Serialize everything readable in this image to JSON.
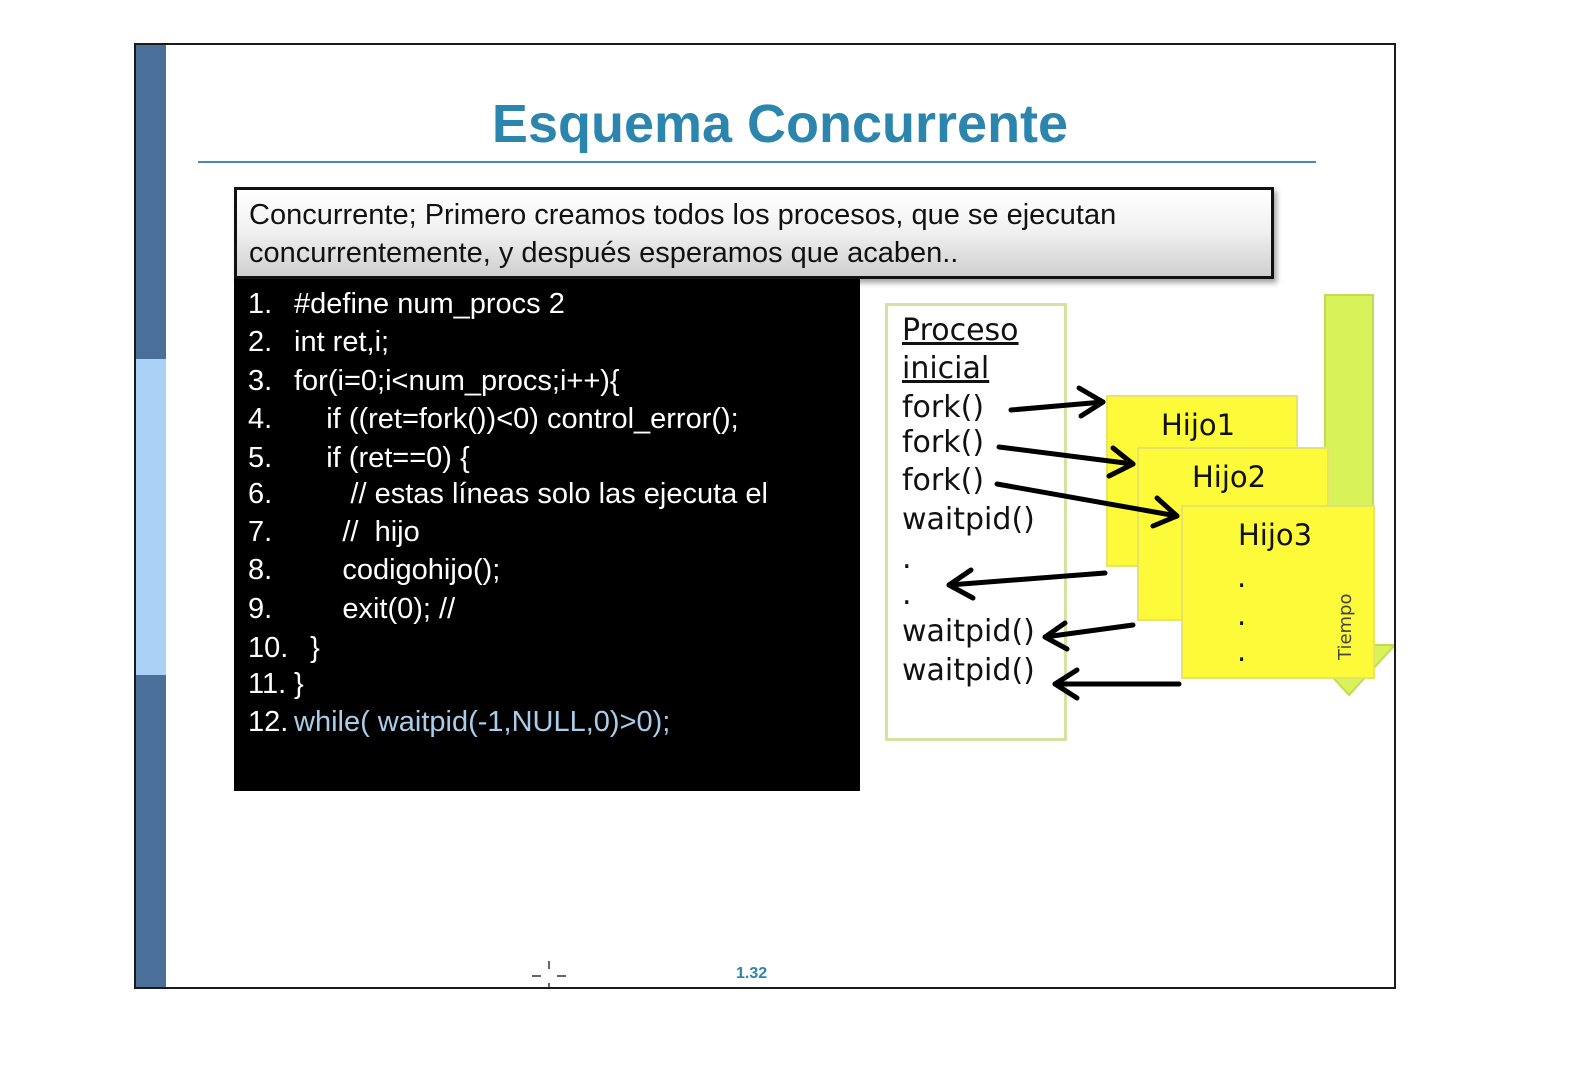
{
  "slide": {
    "title": "Esquema Concurrente",
    "intro_line_1": "Concurrente; Primero creamos todos los procesos, que se ejecutan",
    "intro_line_2": "concurrentemente, y después esperamos que acaben..",
    "page_number": "1.32"
  },
  "code": [
    {
      "num": "1.",
      "text": "#define num_procs 2"
    },
    {
      "num": "2.",
      "text": "int ret,i;"
    },
    {
      "num": "3.",
      "text": "for(i=0;i<num_procs;i++){"
    },
    {
      "num": "4.",
      "text": "    if ((ret=fork())<0) control_error();"
    },
    {
      "num": "5.",
      "text": "    if (ret==0) {"
    },
    {
      "num": "6.",
      "text": "       // estas líneas solo las ejecuta el"
    },
    {
      "num": "7.",
      "text": "      //  hijo"
    },
    {
      "num": "8.",
      "text": "      codigohijo();"
    },
    {
      "num": "9.",
      "text": "      exit(0); //"
    },
    {
      "num": "10.",
      "text": "  }"
    },
    {
      "num": "11.",
      "text": "}"
    },
    {
      "num": "12.",
      "text": "while( waitpid(-1,NULL,0)>0);"
    }
  ],
  "diagram": {
    "process_title_1": "Proceso",
    "process_title_2": "inicial",
    "steps": [
      "fork()",
      "fork()",
      "fork()",
      "waitpid()",
      ".",
      ".",
      "waitpid()",
      "waitpid()"
    ],
    "children": [
      "Hijo1",
      "Hijo2",
      "Hijo3"
    ],
    "child3_dots": [
      ".",
      ".",
      "."
    ],
    "time_label": "Tiempo"
  },
  "colors": {
    "title": "#2b85ad",
    "sidebar_dark": "#4a7099",
    "sidebar_light": "#aad1f6",
    "child_fill": "#fdfa3a",
    "time_arrow": "#d8f25a",
    "code_highlight": "#a9cde8"
  }
}
